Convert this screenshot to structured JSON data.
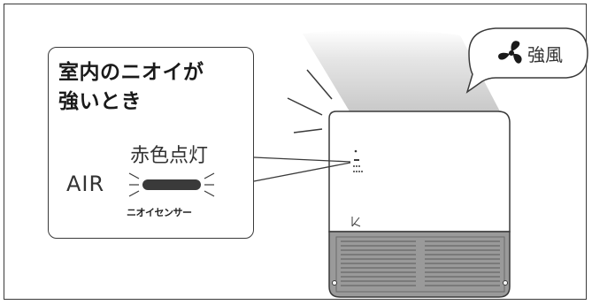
{
  "callout": {
    "title_line1": "室内のニオイが",
    "title_line2": "強いとき",
    "lamp_state": "赤色点灯",
    "lamp_name": "AIR",
    "sensor_label": "ニオイセンサー"
  },
  "speech_bubble": {
    "text": "強風",
    "icon": "fan-icon"
  },
  "colors": {
    "indicator": "#3a3a3a",
    "airflow_gradient_top": "#d0d0d0",
    "device_grille": "#9a9a9a",
    "outline": "#3a3a3a"
  }
}
